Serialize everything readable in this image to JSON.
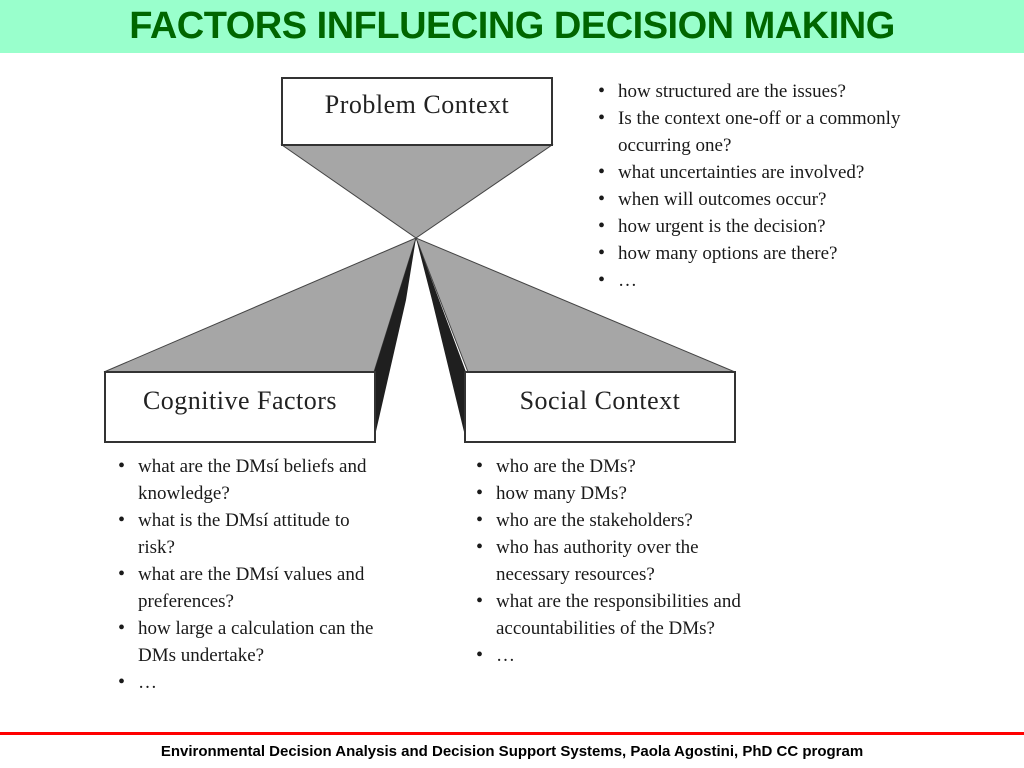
{
  "header": {
    "title": "FACTORS INFLUECING DECISION MAKING"
  },
  "diagram": {
    "problem_context": {
      "label": "Problem Context",
      "bullets": [
        "how structured are the issues?",
        "Is the context one-off or a commonly occurring one?",
        "what uncertainties are involved?",
        "when will outcomes occur?",
        "how urgent is the decision?",
        "how many options are there?",
        "…"
      ]
    },
    "cognitive_factors": {
      "label": "Cognitive Factors",
      "bullets": [
        "what are the DMsí beliefs and knowledge?",
        "what is the DMsí attitude to risk?",
        "what are the DMsí values and  preferences?",
        "how large a calculation can the DMs undertake?",
        "…"
      ]
    },
    "social_context": {
      "label": "Social Context",
      "bullets": [
        "who are the DMs?",
        "how many DMs?",
        "who are the stakeholders?",
        "who has authority over the necessary resources?",
        "what are the responsibilities and accountabilities of the DMs?",
        "…"
      ]
    }
  },
  "colors": {
    "title_bg": "#99ffcc",
    "title_text": "#006600",
    "rule": "#ff0000",
    "funnel_fill": "#a6a6a6",
    "dark_fill": "#1f1f1f"
  },
  "footer": {
    "text": "Environmental Decision Analysis and Decision Support Systems, Paola Agostini, PhD CC program"
  }
}
